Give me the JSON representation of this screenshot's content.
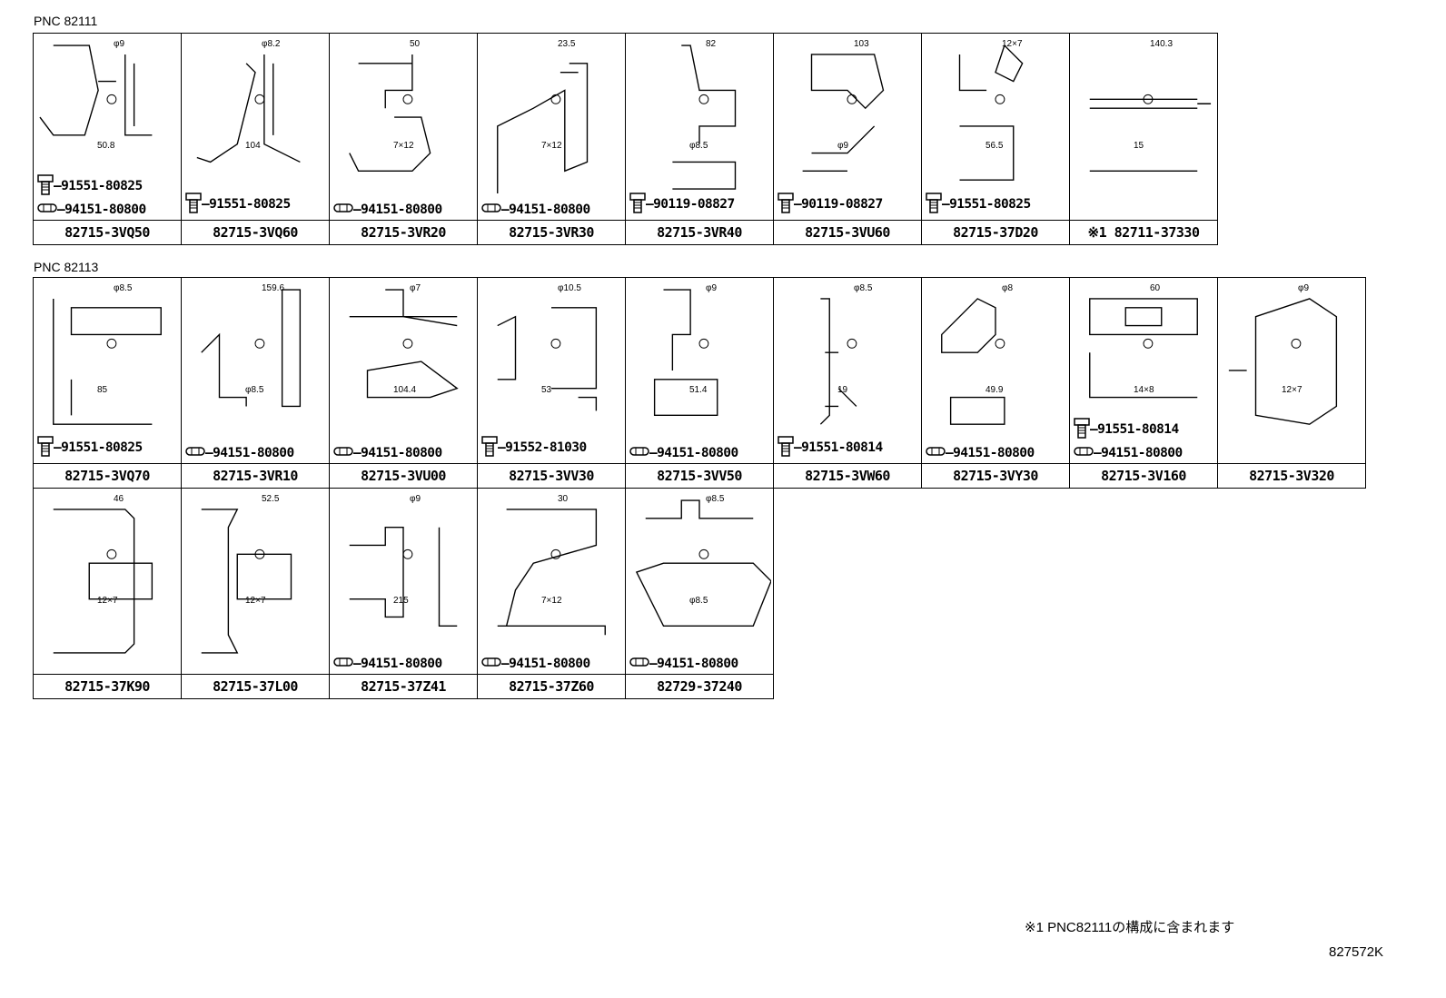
{
  "sections": [
    {
      "label": "PNC 82111",
      "cells": [
        {
          "part": "82715-3VQ50",
          "callouts": [
            {
              "icon": "bolt-icon",
              "part": "91551-80825"
            },
            {
              "icon": "clip-icon",
              "part": "94151-80800"
            }
          ],
          "dims": [
            "φ9",
            "50.8"
          ]
        },
        {
          "part": "82715-3VQ60",
          "callouts": [
            {
              "icon": "bolt-icon",
              "part": "91551-80825"
            }
          ],
          "dims": [
            "φ8.2",
            "104"
          ]
        },
        {
          "part": "82715-3VR20",
          "callouts": [
            {
              "icon": "clip-icon",
              "part": "94151-80800"
            }
          ],
          "dims": [
            "50",
            "7×12"
          ]
        },
        {
          "part": "82715-3VR30",
          "callouts": [
            {
              "icon": "clip-icon",
              "part": "94151-80800"
            }
          ],
          "dims": [
            "23.5",
            "7×12"
          ]
        },
        {
          "part": "82715-3VR40",
          "callouts": [
            {
              "icon": "bolt-icon",
              "part": "90119-08827"
            }
          ],
          "dims": [
            "82",
            "φ8.5"
          ]
        },
        {
          "part": "82715-3VU60",
          "callouts": [
            {
              "icon": "bolt-icon",
              "part": "90119-08827"
            }
          ],
          "dims": [
            "103",
            "φ9"
          ]
        },
        {
          "part": "82715-37D20",
          "callouts": [
            {
              "icon": "bolt-icon",
              "part": "91551-80825"
            }
          ],
          "dims": [
            "12×7",
            "56.5"
          ]
        },
        {
          "part": "※1 82711-37330",
          "callouts": [],
          "dims": [
            "140.3",
            "15"
          ]
        }
      ]
    },
    {
      "label": "PNC 82113",
      "cells": [
        {
          "part": "82715-3VQ70",
          "callouts": [
            {
              "icon": "bolt-icon",
              "part": "91551-80825"
            }
          ],
          "dims": [
            "φ8.5",
            "85"
          ]
        },
        {
          "part": "82715-3VR10",
          "callouts": [
            {
              "icon": "clip-icon",
              "part": "94151-80800"
            }
          ],
          "dims": [
            "159.6",
            "φ8.5"
          ]
        },
        {
          "part": "82715-3VU00",
          "callouts": [
            {
              "icon": "clip-icon",
              "part": "94151-80800"
            }
          ],
          "dims": [
            "φ7",
            "104.4"
          ]
        },
        {
          "part": "82715-3VV30",
          "callouts": [
            {
              "icon": "bolt-icon",
              "part": "91552-81030"
            }
          ],
          "dims": [
            "φ10.5",
            "53"
          ]
        },
        {
          "part": "82715-3VV50",
          "callouts": [
            {
              "icon": "clip-icon",
              "part": "94151-80800"
            }
          ],
          "dims": [
            "φ9",
            "51.4"
          ]
        },
        {
          "part": "82715-3VW60",
          "callouts": [
            {
              "icon": "bolt-icon",
              "part": "91551-80814"
            }
          ],
          "dims": [
            "φ8.5",
            "19"
          ]
        },
        {
          "part": "82715-3VY30",
          "callouts": [
            {
              "icon": "clip-icon",
              "part": "94151-80800"
            }
          ],
          "dims": [
            "φ8",
            "49.9"
          ]
        },
        {
          "part": "82715-3V160",
          "callouts": [
            {
              "icon": "bolt-icon",
              "part": "91551-80814"
            },
            {
              "icon": "clip-icon",
              "part": "94151-80800"
            }
          ],
          "dims": [
            "60",
            "14×8"
          ]
        },
        {
          "part": "82715-3V320",
          "callouts": [],
          "dims": [
            "φ9",
            "12×7"
          ]
        },
        {
          "part": "82715-37K90",
          "callouts": [],
          "dims": [
            "46",
            "12×7"
          ]
        },
        {
          "part": "82715-37L00",
          "callouts": [],
          "dims": [
            "52.5",
            "12×7"
          ]
        },
        {
          "part": "82715-37Z41",
          "callouts": [
            {
              "icon": "clip-icon",
              "part": "94151-80800"
            }
          ],
          "dims": [
            "φ9",
            "215"
          ]
        },
        {
          "part": "82715-37Z60",
          "callouts": [
            {
              "icon": "clip-icon",
              "part": "94151-80800"
            }
          ],
          "dims": [
            "30",
            "7×12"
          ]
        },
        {
          "part": "82729-37240",
          "callouts": [
            {
              "icon": "clip-icon",
              "part": "94151-80800"
            }
          ],
          "dims": [
            "φ8.5",
            "φ8.5"
          ]
        }
      ]
    }
  ],
  "footnote": "※1 PNC82111の構成に含まれます",
  "diagram_code": "827572K"
}
